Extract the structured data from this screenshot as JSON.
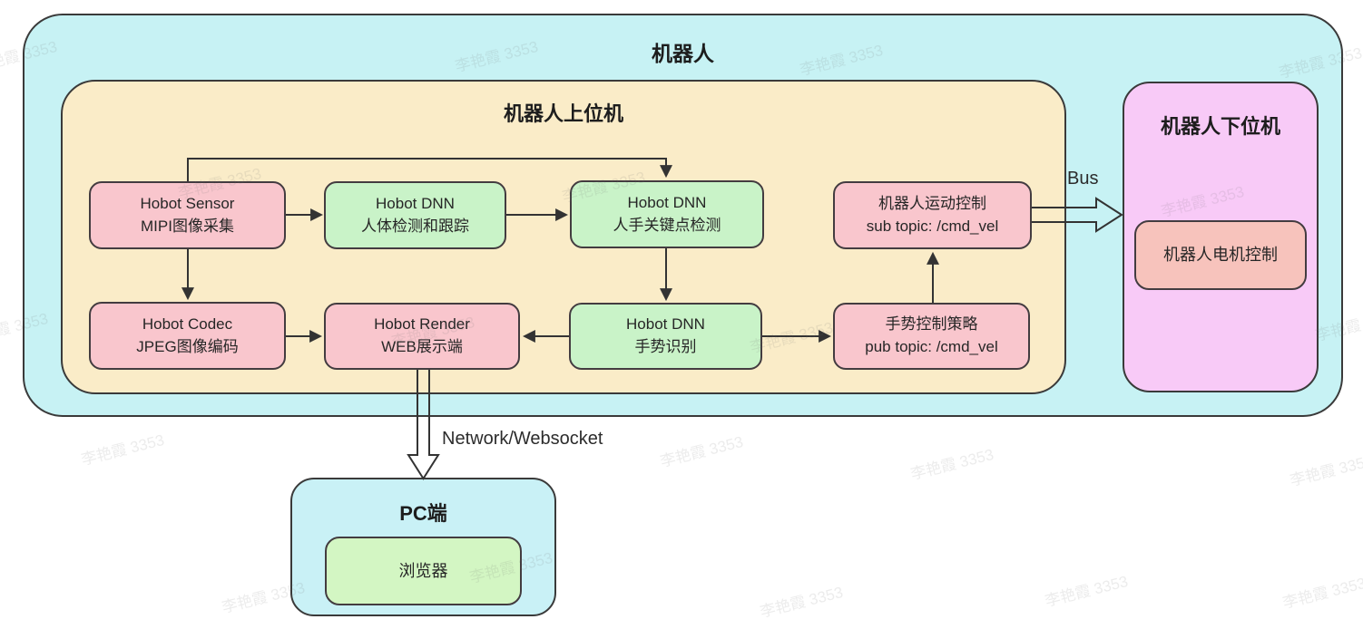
{
  "outer": {
    "title": "机器人"
  },
  "host": {
    "title": "机器人上位机"
  },
  "mcu": {
    "title": "机器人下位机",
    "node": {
      "label": "机器人电机控制"
    }
  },
  "pc": {
    "title": "PC端",
    "node": {
      "label": "浏览器"
    }
  },
  "nodes": {
    "sensor": {
      "line1": "Hobot Sensor",
      "line2": "MIPI图像采集"
    },
    "bodydet": {
      "line1": "Hobot DNN",
      "line2": "人体检测和跟踪"
    },
    "handkp": {
      "line1": "Hobot DNN",
      "line2": "人手关键点检测"
    },
    "motion": {
      "line1": "机器人运动控制",
      "line2": "sub topic: /cmd_vel"
    },
    "codec": {
      "line1": "Hobot Codec",
      "line2": "JPEG图像编码"
    },
    "render": {
      "line1": "Hobot Render",
      "line2": "WEB展示端"
    },
    "gesture": {
      "line1": "Hobot DNN",
      "line2": "手势识别"
    },
    "strategy": {
      "line1": "手势控制策略",
      "line2": "pub topic: /cmd_vel"
    }
  },
  "labels": {
    "bus": "Bus",
    "network": "Network/Websocket"
  },
  "watermark": {
    "text": "李艳霞 3353"
  },
  "colors": {
    "outer_fill": "#c7f2f4",
    "host_fill": "#faecc8",
    "mcu_fill": "#f8caf7",
    "pc_fill": "#c9f1f6",
    "node_pink": "#f9c6cd",
    "node_green": "#c9f3c8",
    "node_salmon": "#f7c3bc",
    "node_lightgreen": "#d3f6c3",
    "border": "#3a3a3a",
    "arrow": "#333333"
  }
}
